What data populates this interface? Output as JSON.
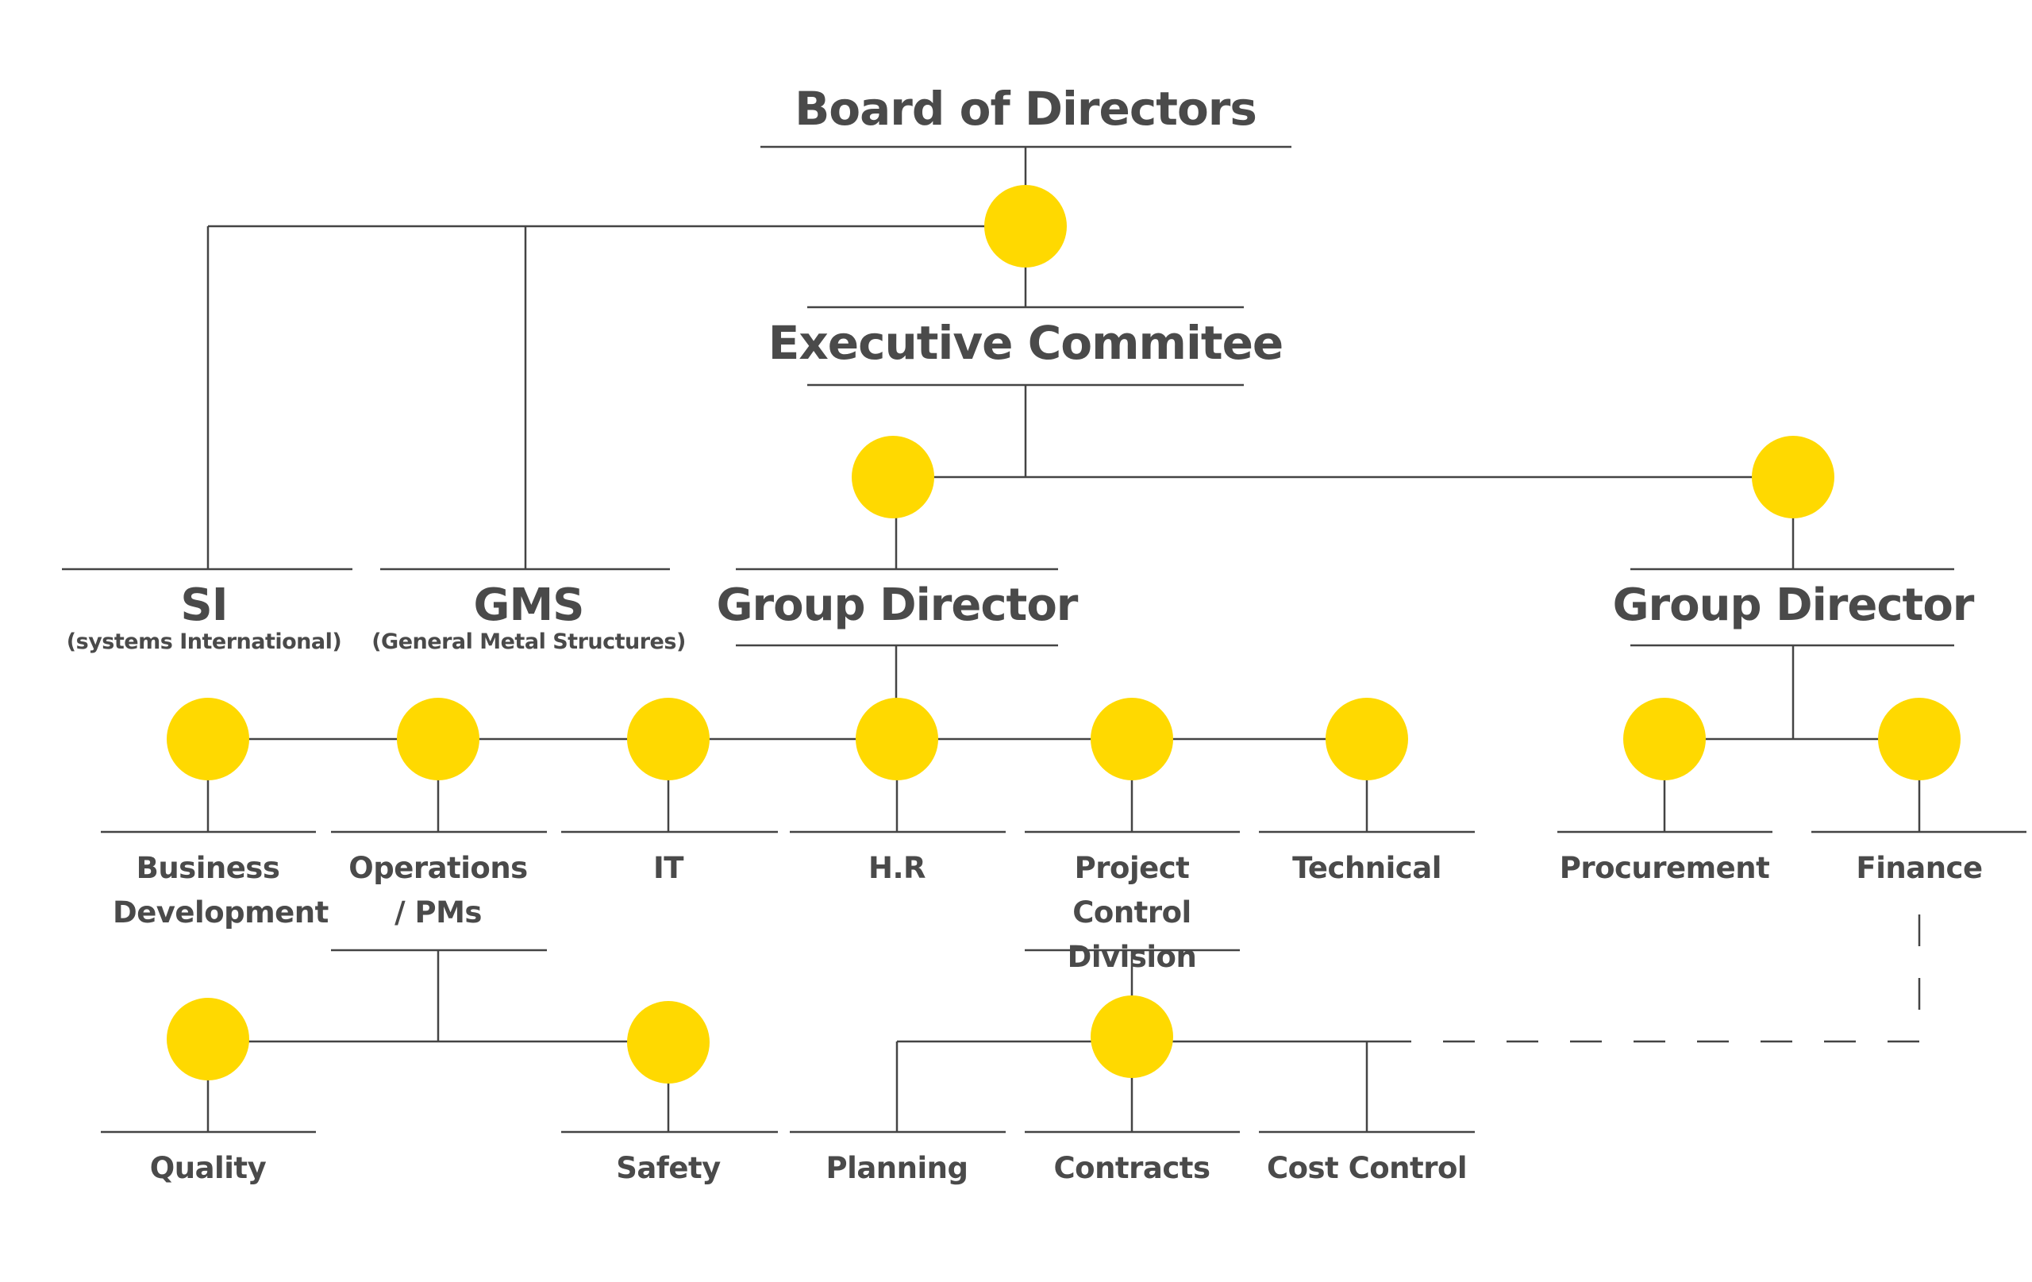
{
  "diagram": {
    "title": "Board of Directors",
    "executive": "Executive Commitee",
    "subsidiaries": [
      {
        "name": "SI",
        "subtitle": "(systems International)"
      },
      {
        "name": "GMS",
        "subtitle": "(General Metal Structures)"
      }
    ],
    "group_directors": [
      "Group Director",
      "Group Director"
    ],
    "departments": {
      "business_development": "Business Development",
      "operations": "Operations / PMs",
      "it": "IT",
      "hr": "H.R",
      "project_control": "Project Control Division",
      "technical": "Technical",
      "procurement": "Procurement",
      "finance": "Finance",
      "quality": "Quality",
      "safety": "Safety",
      "planning": "Planning",
      "contracts": "Contracts",
      "cost_control": "Cost Control"
    }
  },
  "colors": {
    "node": "#FFD900",
    "line": "#444444",
    "text": "#4a4a4a"
  }
}
